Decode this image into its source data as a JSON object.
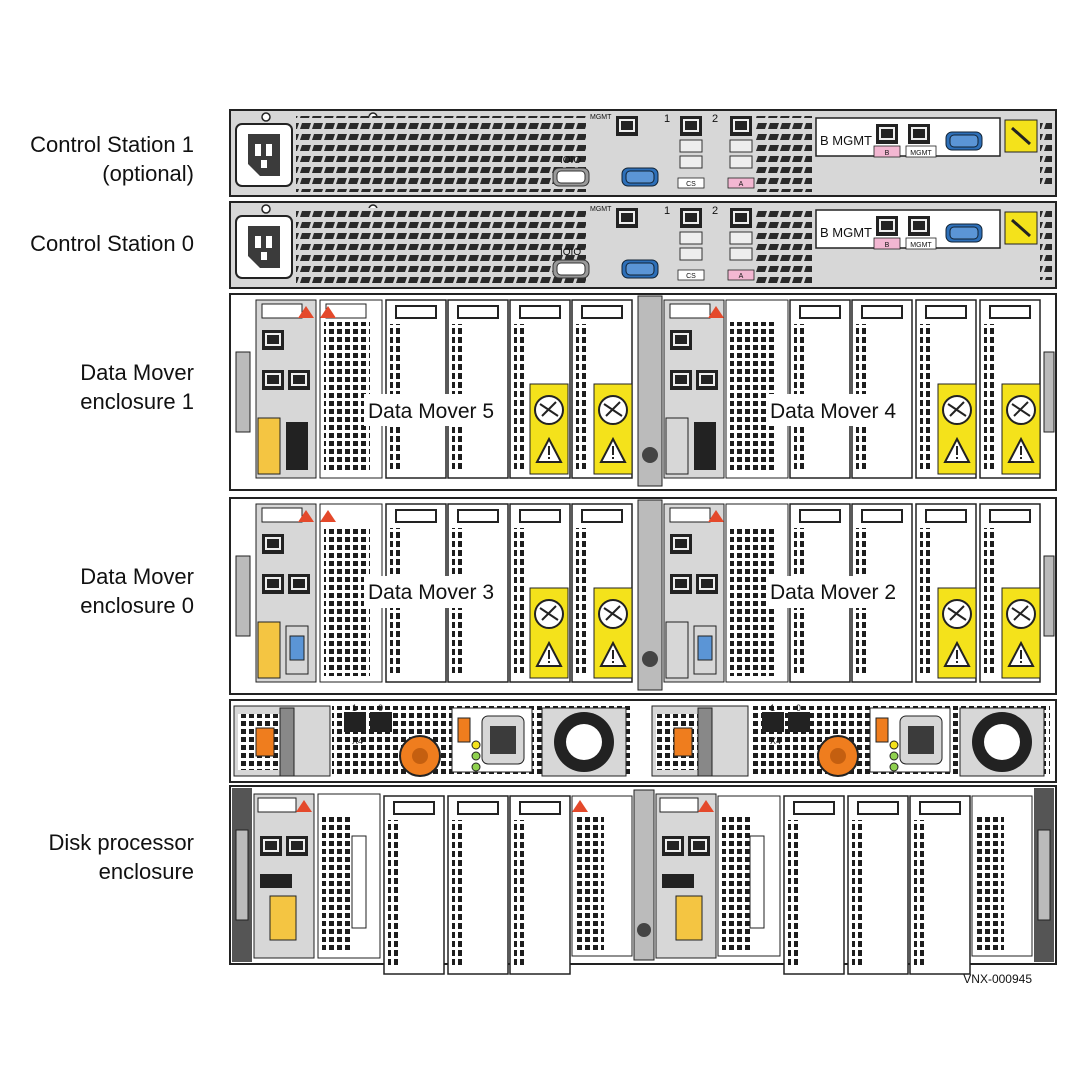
{
  "labels": {
    "cs1_line1": "Control Station 1",
    "cs1_line2": "(optional)",
    "cs0": "Control Station 0",
    "dme1_line1": "Data Mover",
    "dme1_line2": "enclosure 1",
    "dme0_line1": "Data Mover",
    "dme0_line2": "enclosure 0",
    "dpe_line1": "Disk processor",
    "dpe_line2": "enclosure"
  },
  "control_station": {
    "mgmt": "MGMT",
    "port1": "1",
    "port2": "2",
    "ioio": "IOIO",
    "b_mgmt": "B MGMT",
    "tag_b": "B",
    "tag_mgmt": "MGMT",
    "tag_cs": "CS",
    "tag_a": "A"
  },
  "data_movers": {
    "dm5": "Data Mover 5",
    "dm4": "Data Mover 4",
    "dm3": "Data Mover 3",
    "dm2": "Data Mover 2"
  },
  "power_supply": {
    "port1": "1",
    "port0": "0",
    "x4": "X4"
  },
  "figure_id": "VNX-000945",
  "colors": {
    "chassis_gray": "#d7d7d7",
    "warning_yellow": "#f4e21b",
    "fan_orange": "#ef7d1e",
    "warning_red": "#e4492b",
    "port_blue": "#2d6fb8",
    "label_pink": "#f3b7d2"
  }
}
